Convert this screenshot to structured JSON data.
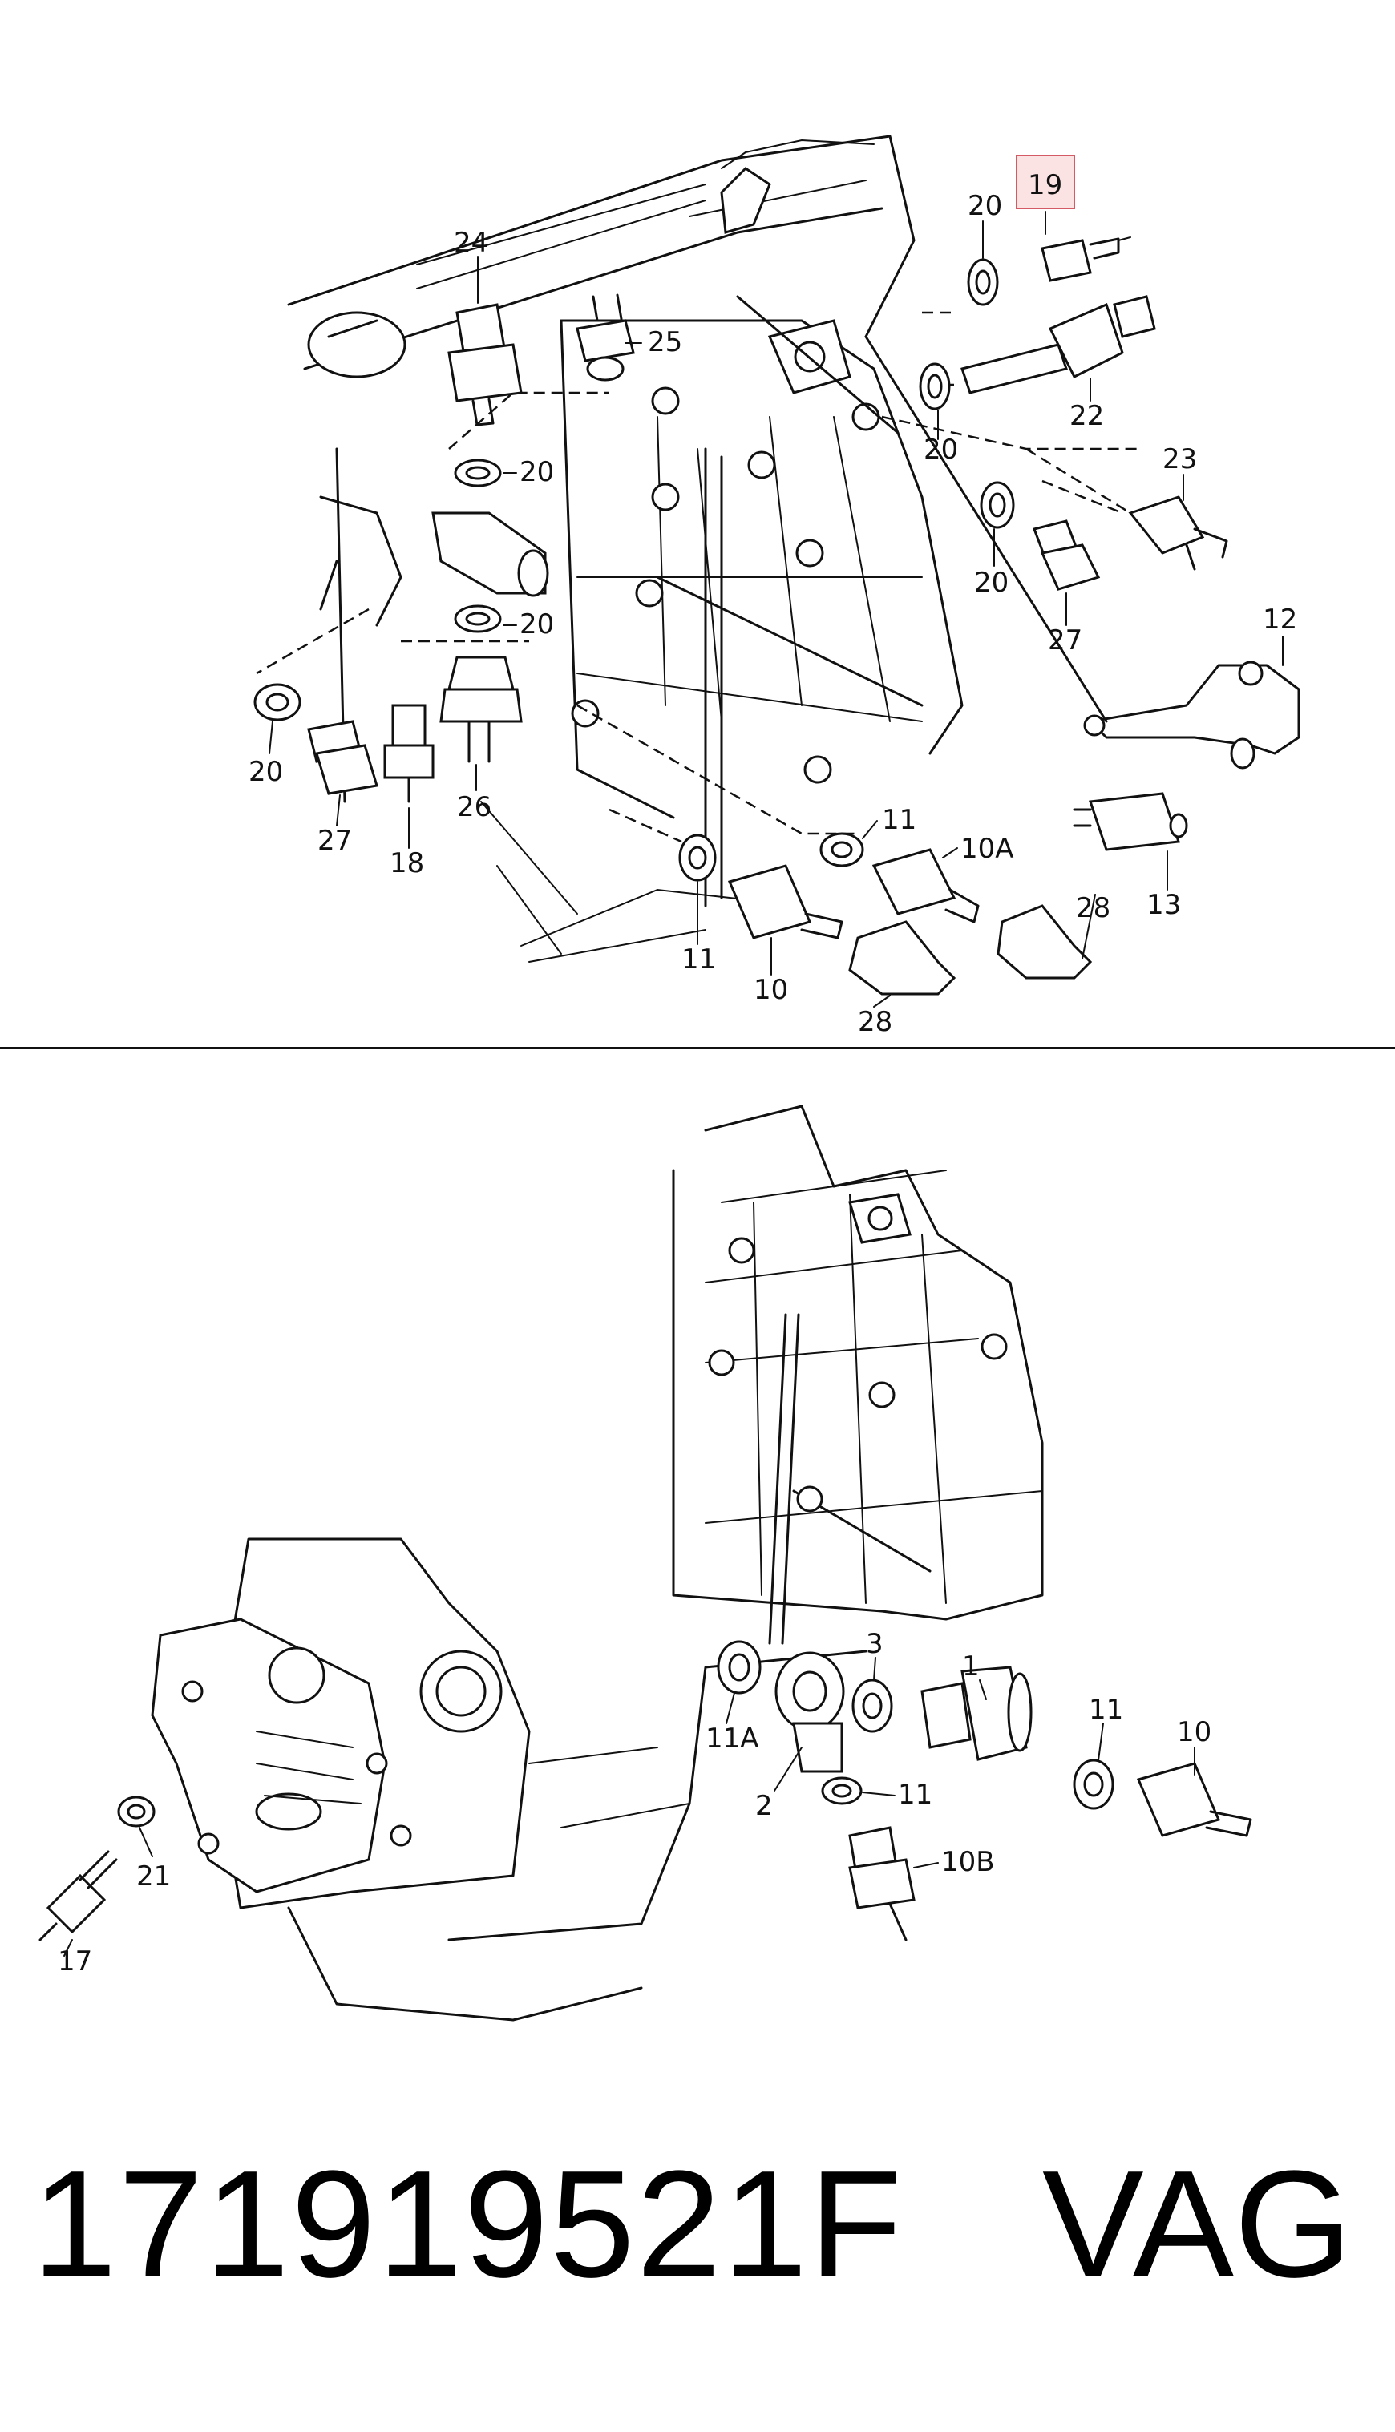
{
  "callouts_top": [
    "19",
    "20",
    "24",
    "25",
    "20",
    "20",
    "22",
    "20",
    "23",
    "20",
    "27",
    "12",
    "20",
    "27",
    "18",
    "26",
    "11",
    "10A",
    "13",
    "28",
    "11",
    "10",
    "28"
  ],
  "callouts_bottom": [
    "1",
    "3",
    "11",
    "10",
    "11A",
    "2",
    "11",
    "10B",
    "21",
    "17"
  ],
  "highlighted_callout": "19",
  "highlight_color": "#d45a66",
  "footer": {
    "part_number": "171919521F",
    "brand": "VAG"
  }
}
